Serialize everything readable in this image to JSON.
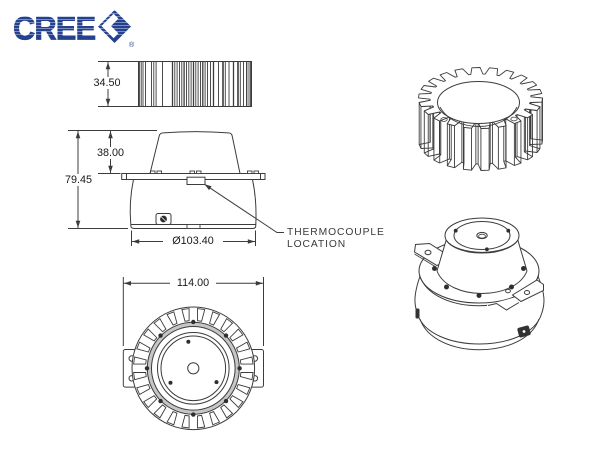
{
  "brand": {
    "name": "CREE",
    "registered": "®",
    "color": "#24418f"
  },
  "drawing": {
    "line_color": "#3c3c3c",
    "fill_gray": "#c6c6c6",
    "labels": {
      "heatsink_height": "34.50",
      "dome_height": "38.00",
      "total_height": "79.45",
      "base_diameter": "Ø103.40",
      "overall_width": "114.00",
      "callout_line1": "THERMOCOUPLE",
      "callout_line2": "LOCATION"
    }
  }
}
